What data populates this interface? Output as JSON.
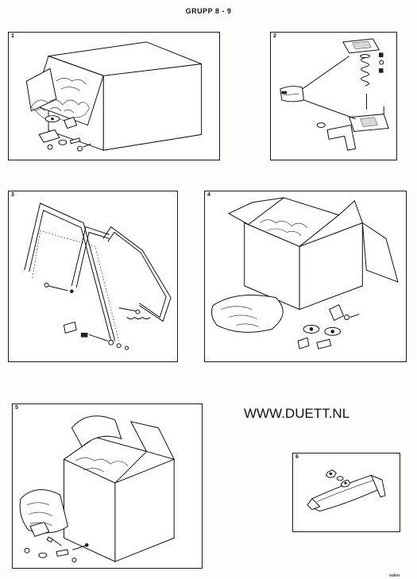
{
  "page": {
    "header": "GRUPP 8 - 9",
    "website": "WWW.DUETT.NL",
    "footer": "volvo"
  },
  "panels": [
    {
      "number": "1"
    },
    {
      "number": "2"
    },
    {
      "number": "3"
    },
    {
      "number": "4"
    },
    {
      "number": "5"
    },
    {
      "number": "6"
    }
  ]
}
